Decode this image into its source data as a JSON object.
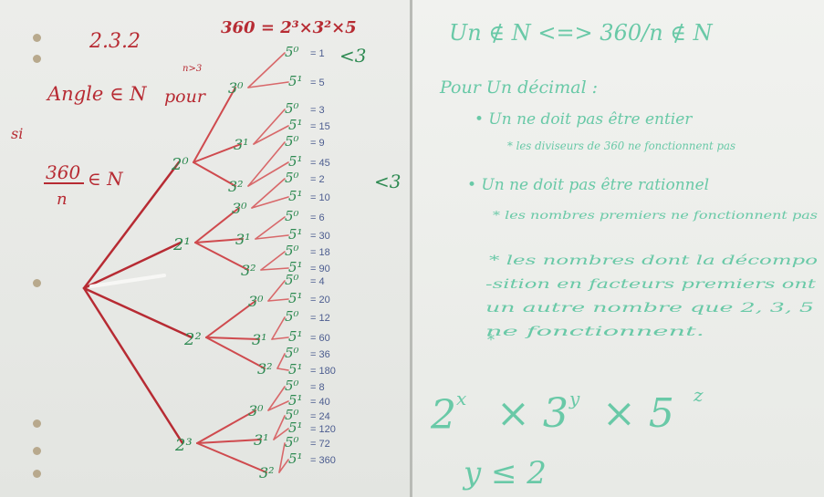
{
  "left_board": {
    "section_number": "2.3.2",
    "factorization": "360 = 2³×3²×5",
    "angle_statement": "Angle ∈ N",
    "pour_word": "pour",
    "n_superscript": "n>3",
    "si_word": "si",
    "fraction_numerator": "360",
    "fraction_denominator": "n",
    "fraction_in_N": "∈ N",
    "less_than_3_mark": "<3",
    "less_than_3_mark_2": "<3",
    "tree_level1": [
      "2⁰",
      "2¹",
      "2²",
      "2³"
    ],
    "tree_level2": [
      "3⁰",
      "3¹",
      "3²",
      "3⁰",
      "3¹",
      "3²",
      "3⁰",
      "3¹",
      "3²",
      "3⁰",
      "3¹",
      "3²"
    ],
    "tree_level3": [
      "5⁰",
      "5¹",
      "5⁰",
      "5¹",
      "5⁰",
      "5¹",
      "5⁰",
      "5¹",
      "5⁰",
      "5¹",
      "5⁰",
      "5¹",
      "5⁰",
      "5¹",
      "5⁰",
      "5¹",
      "5⁰",
      "5¹",
      "5⁰",
      "5¹",
      "5⁰",
      "5¹",
      "5⁰",
      "5¹"
    ],
    "tree_results": [
      "= 1",
      "= 5",
      "= 3",
      "= 15",
      "= 9",
      "= 45",
      "= 2",
      "= 10",
      "= 6",
      "= 30",
      "= 18",
      "= 90",
      "= 4",
      "= 20",
      "= 12",
      "= 60",
      "= 36",
      "= 180",
      "= 8",
      "= 40",
      "= 24",
      "= 120",
      "= 72",
      "= 360"
    ]
  },
  "right_board": {
    "top_equivalence": "Un ∉ N  <=>  360/n ∉ N",
    "pour_line": "Pour Un décimal :",
    "bullet1": "• Un ne doit pas être entier",
    "sub1": "* les diviseurs de 360 ne fonctionnent pas",
    "bullet2": "• Un ne doit pas être rationnel",
    "sub2a": "* les nombres premiers ne fonctionnent pas",
    "sub2b": "* les nombres dont la décompo-sition en facteurs premiers ont un autre nombre que 2, 3, 5 ne fonctionnent.",
    "star": "*",
    "formula_parts": [
      "2",
      "x",
      "× 3",
      "y",
      "× 5",
      "z"
    ],
    "constraint": "y ≤ 2"
  },
  "colors": {
    "red": "#b72b33",
    "green": "#2e8a52",
    "blue": "#4b5c8f",
    "teal": "#69c9a7",
    "board": "#ecedea"
  }
}
